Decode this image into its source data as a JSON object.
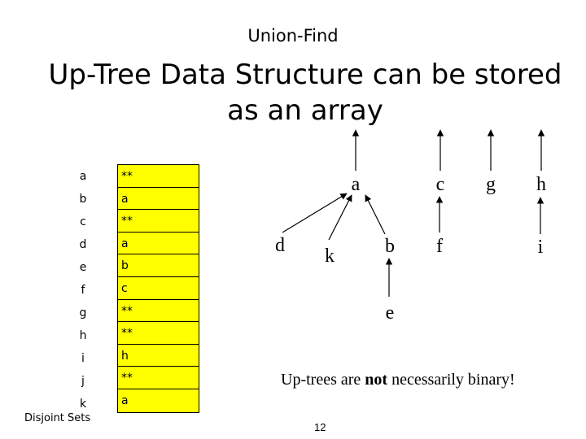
{
  "header": {
    "text": "Union-Find"
  },
  "title": {
    "line1": "Up-Tree Data Structure  can be stored",
    "line2": "as an array"
  },
  "array": {
    "rows": [
      {
        "label": "a",
        "value": "**"
      },
      {
        "label": "b",
        "value": "a"
      },
      {
        "label": "c",
        "value": "**"
      },
      {
        "label": "d",
        "value": "a"
      },
      {
        "label": "e",
        "value": "b"
      },
      {
        "label": "f",
        "value": "c"
      },
      {
        "label": "g",
        "value": "**"
      },
      {
        "label": "h",
        "value": "**"
      },
      {
        "label": "i",
        "value": "h"
      },
      {
        "label": "j",
        "value": "**"
      },
      {
        "label": "k",
        "value": "a"
      }
    ],
    "cell_color": "#ffff00"
  },
  "tree": {
    "nodes": {
      "a": "a",
      "c": "c",
      "g": "g",
      "h": "h",
      "d": "d",
      "k": "k",
      "b": "b",
      "f": "f",
      "i": "i",
      "e": "e"
    }
  },
  "caption": {
    "prefix": "Up-trees are ",
    "emphasis": "not",
    "suffix": " necessarily binary!"
  },
  "footer": {
    "text": "Disjoint Sets"
  },
  "page": {
    "number": "12"
  }
}
